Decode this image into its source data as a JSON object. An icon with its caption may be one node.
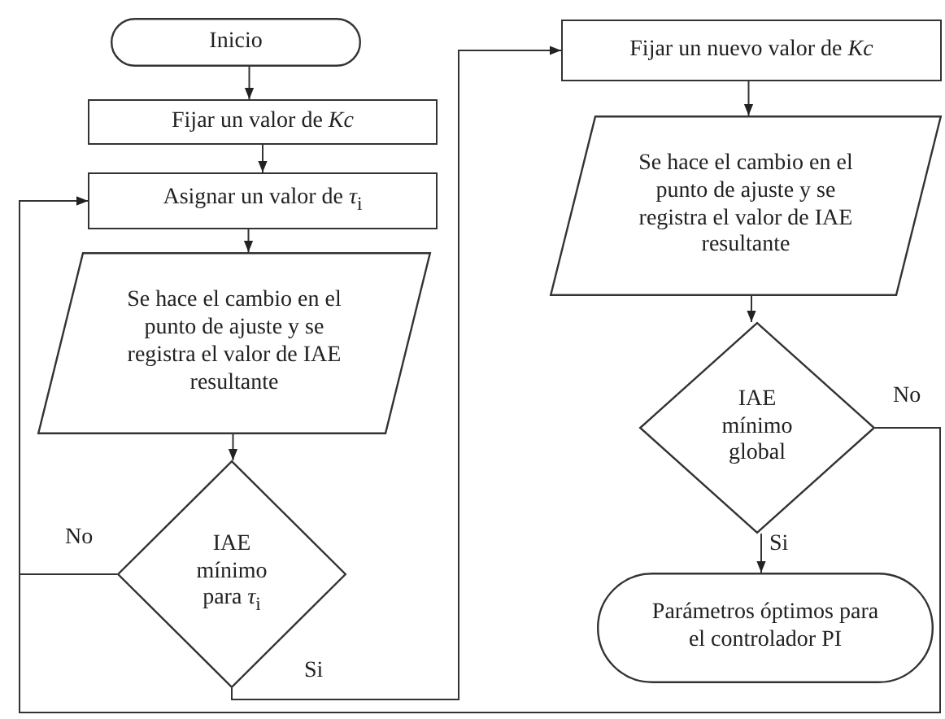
{
  "diagram": {
    "nodes": [
      {
        "text": [
          "Inicio"
        ]
      },
      {
        "text": [
          "Fijar un valor de *Kc*"
        ]
      },
      {
        "text": [
          "Asignar un valor de *τ*$_{i}$"
        ]
      },
      {
        "text": [
          "Se hace el cambio en el punto de ajuste y se registra el valor de IAE resultante"
        ]
      },
      {
        "text": [
          "IAE mínimo para *τ*$_{i}$"
        ]
      },
      {
        "text": [
          "Fijar un nuevo valor de *Kc*"
        ]
      },
      {
        "text": [
          "Se hace el cambio en el punto de ajuste y se registra el valor de IAE resultante"
        ]
      },
      {
        "text": [
          "IAE mínimo global"
        ]
      },
      {
        "text": [
          "Parámetros óptimos para el controlador PI"
        ]
      }
    ],
    "edges": [
      {
        "from": 0,
        "to": 1,
        "arrow": "to"
      },
      {
        "from": 1,
        "to": 2,
        "arrow": "to"
      },
      {
        "from": 2,
        "to": 3,
        "arrow": "to"
      },
      {
        "from": 3,
        "to": 4,
        "arrow": "to"
      },
      {
        "from": 4,
        "to": 2,
        "arrow": "to",
        "label": "No"
      },
      {
        "from": 4,
        "to": 5,
        "arrow": "to",
        "label": "Si"
      },
      {
        "from": 5,
        "to": 6,
        "arrow": "to"
      },
      {
        "from": 6,
        "to": 7,
        "arrow": "to"
      },
      {
        "from": 7,
        "to": 8,
        "arrow": "to",
        "label": "Si"
      },
      {
        "from": 7,
        "to": 2,
        "arrow": "to",
        "label": "No"
      }
    ]
  }
}
